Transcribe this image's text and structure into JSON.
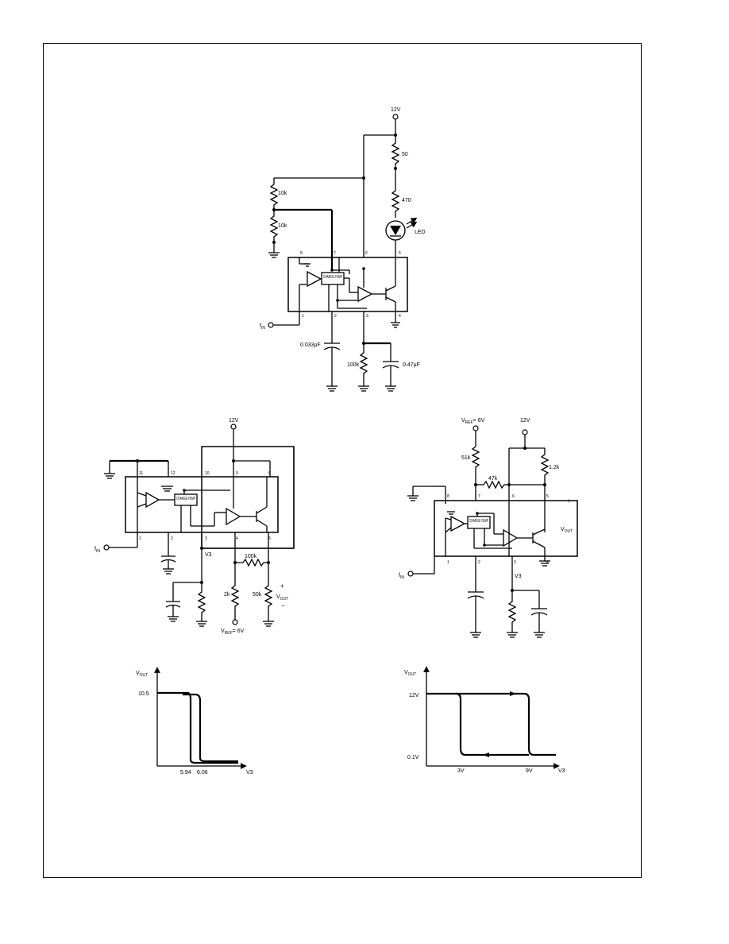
{
  "circuit_top": {
    "supply": "12V",
    "r_top": "50",
    "r_led": "470",
    "led_label": "LED",
    "r_div1": "10k",
    "r_div2": "10k",
    "input": "f",
    "input_sub": "IN",
    "cap1": "0.033μF",
    "r_bottom": "100k",
    "cap2": "0.47μF",
    "charge_pump": "CHARGE PUMP",
    "pins": [
      "8",
      "7",
      "6",
      "5",
      "1",
      "2",
      "3",
      "4"
    ]
  },
  "circuit_left": {
    "supply": "12V",
    "input": "f",
    "input_sub": "IN",
    "node": "V3",
    "r1": "100k",
    "r2": "2k",
    "r3": "50k",
    "vref": "V",
    "vref_sub": "REF",
    "vref_val": "= 6V",
    "vout": "V",
    "vout_sub": "OUT",
    "plus": "+",
    "minus": "−",
    "charge_pump": "CHARGE PUMP",
    "pins": [
      "11",
      "12",
      "10",
      "9",
      "8",
      "1",
      "2",
      "3",
      "4",
      "5"
    ]
  },
  "circuit_right": {
    "vref": "V",
    "vref_sub": "REF",
    "vref_val": "= 6V",
    "supply": "12V",
    "r1": "51k",
    "r2": "47k",
    "r3": "1.2k",
    "vout": "V",
    "vout_sub": "OUT",
    "plus": "+",
    "minus": "−",
    "input": "f",
    "input_sub": "IN",
    "node": "V3",
    "charge_pump": "CHARGE PUMP",
    "pins": [
      "8",
      "7",
      "6",
      "5",
      "1",
      "2",
      "3",
      "4"
    ]
  },
  "graph_left": {
    "ylabel": "V",
    "ylabel_sub": "OUT",
    "xlabel": "V3",
    "y_tick": "10.5",
    "x_ticks": [
      "5.94",
      "6.06"
    ]
  },
  "graph_right": {
    "ylabel": "V",
    "ylabel_sub": "OUT",
    "xlabel": "V3",
    "y_ticks": [
      "12V",
      "0.1V"
    ],
    "x_ticks": [
      "3V",
      "9V"
    ]
  }
}
